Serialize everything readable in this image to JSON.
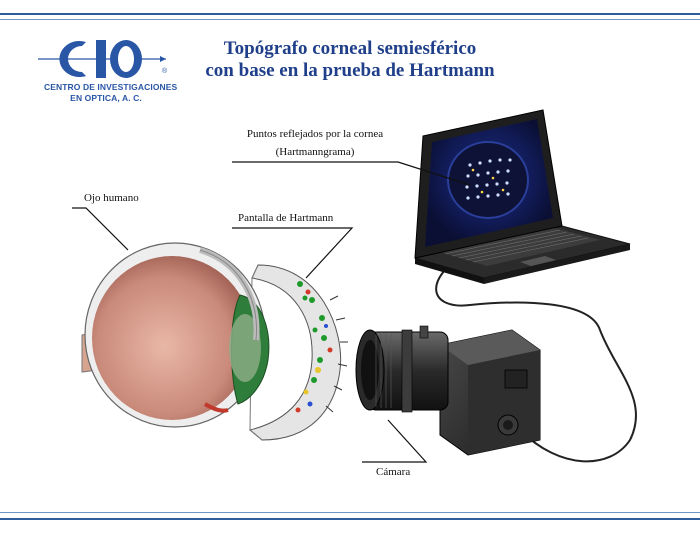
{
  "title": {
    "line1": "Topógrafo corneal semiesférico",
    "line2": "con base en la prueba de Hartmann"
  },
  "logo": {
    "line1": "CENTRO DE INVESTIGACIONES",
    "line2": "EN OPTICA, A. C.",
    "registered": "®",
    "color": "#2a56a6"
  },
  "labels": {
    "reflected_points_line1": "Puntos reflejados por la cornea",
    "reflected_points_line2": "(Hartmanngrama)",
    "human_eye": "Ojo humano",
    "hartmann_screen": "Pantalla de Hartmann",
    "camera": "Cámara"
  },
  "colors": {
    "title": "#1f3f8a",
    "rules": "#2f5f9a"
  }
}
